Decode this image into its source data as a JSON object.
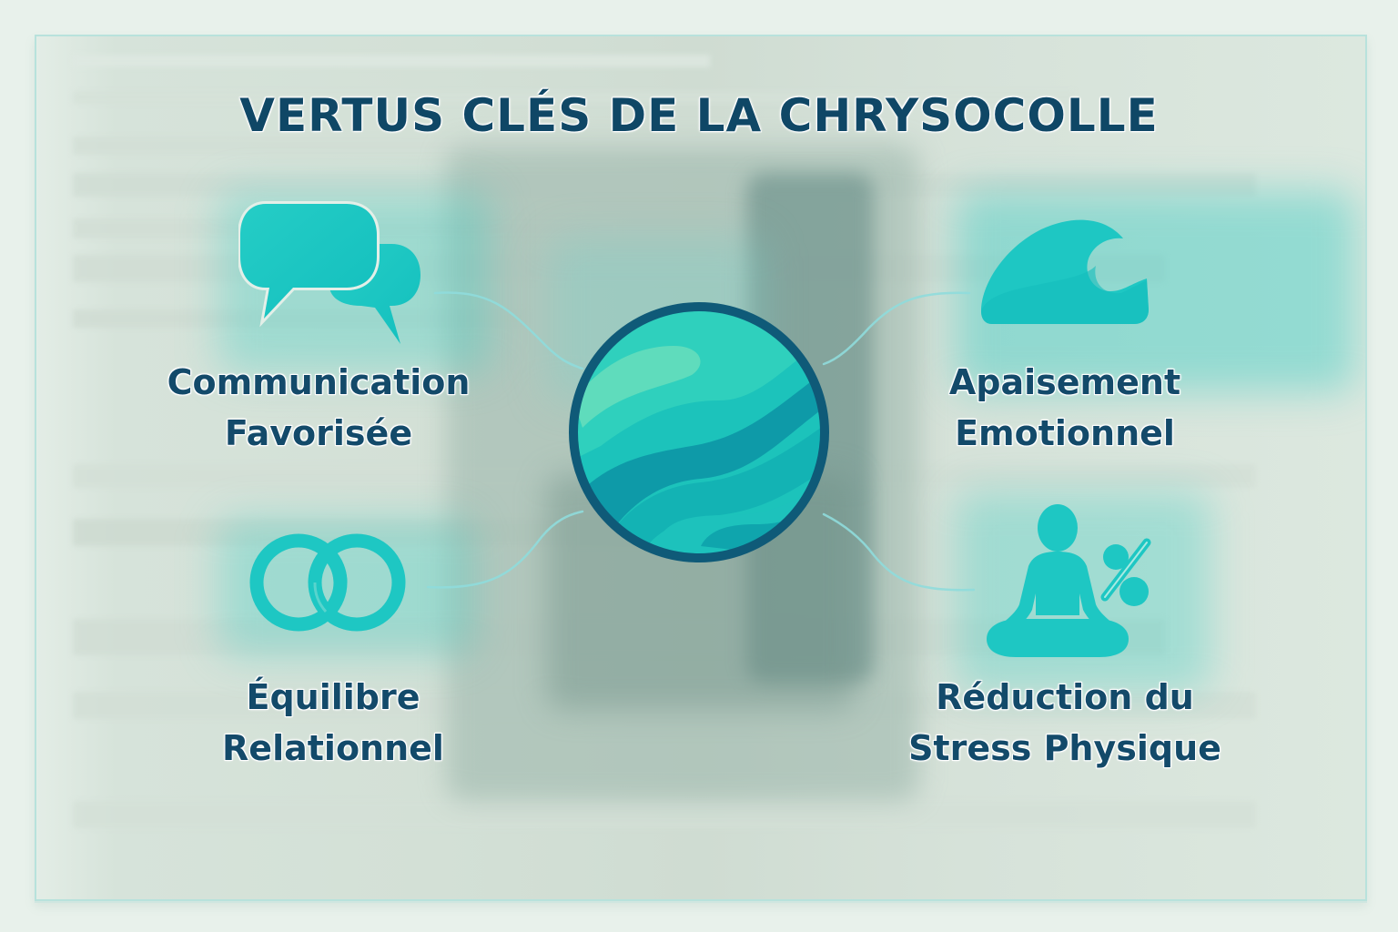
{
  "title": "VERTUS CLÉS DE LA CHRYSOCOLLE",
  "center": {
    "name": "chrysocolla-sphere",
    "colors": {
      "rim": "#0f5a78",
      "light": "#5fdcbc",
      "mid": "#20c4bc",
      "dark": "#0e9aa8"
    }
  },
  "virtues": [
    {
      "id": "communication",
      "icon": "speech-bubbles-icon",
      "line1": "Communication",
      "line2": "Favorisée"
    },
    {
      "id": "apaisement",
      "icon": "wave-icon",
      "line1": "Apaisement",
      "line2": "Emotionnel"
    },
    {
      "id": "equilibre",
      "icon": "interlocked-rings-icon",
      "line1": "Équilibre",
      "line2": "Relationnel"
    },
    {
      "id": "stress",
      "icon": "meditation-icon",
      "line1": "Réduction du",
      "line2": "Stress Physique"
    }
  ],
  "colors": {
    "title": "#0f4766",
    "label": "#134a6a",
    "icon": "#1ec8c4",
    "connector": "#8fdcdc",
    "frame": "#b8e2dc",
    "background": "#e8f1eb"
  }
}
